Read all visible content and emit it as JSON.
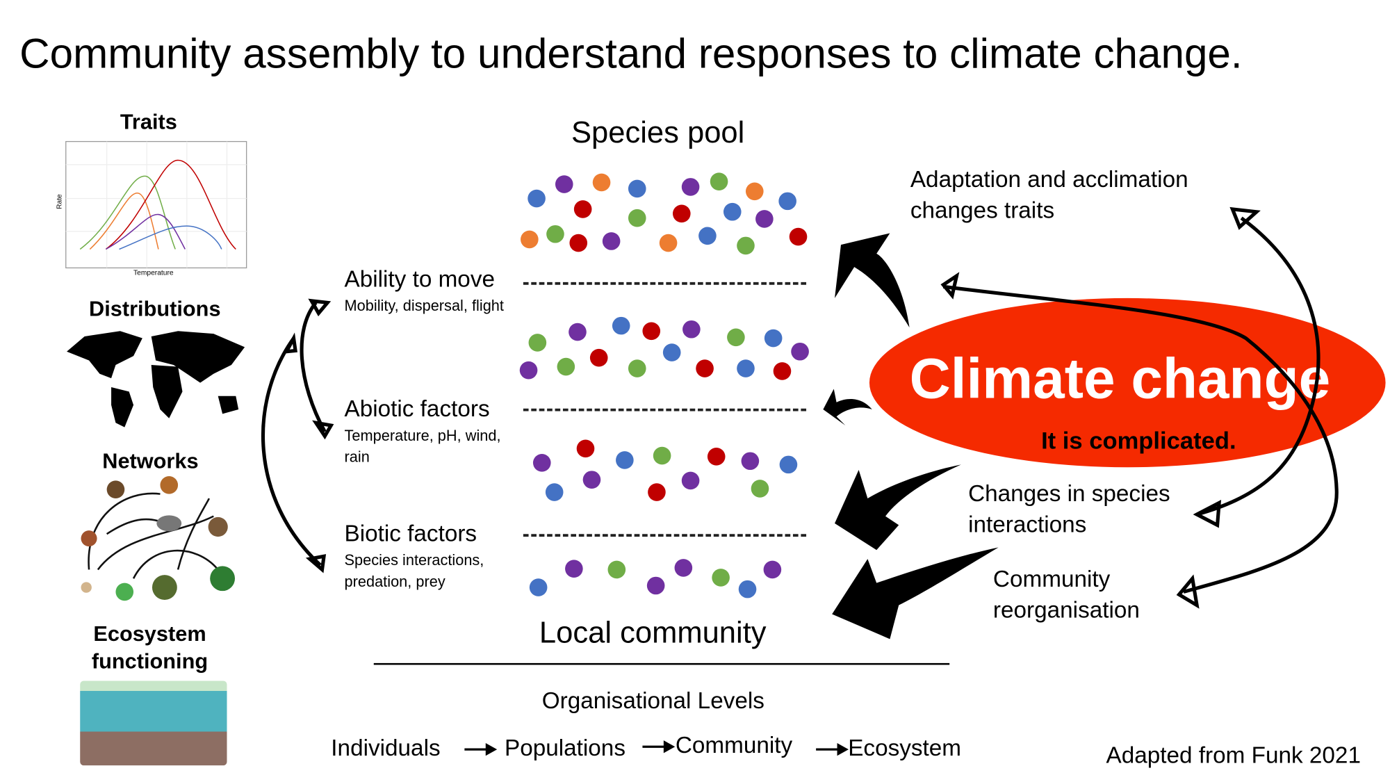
{
  "title": "Community assembly to understand responses to climate change.",
  "left_panel": {
    "traits": {
      "heading": "Traits",
      "ylabel": "Rate",
      "xlabel": "Temperature"
    },
    "distributions": {
      "heading": "Distributions"
    },
    "networks": {
      "heading": "Networks"
    },
    "ecosystem": {
      "heading_line1": "Ecosystem",
      "heading_line2": "functioning"
    }
  },
  "center": {
    "species_pool": "Species pool",
    "filters": [
      {
        "label": "Ability to move",
        "sub": [
          "Mobility, dispersal, flight"
        ]
      },
      {
        "label": "Abiotic factors",
        "sub": [
          "Temperature, pH, wind,",
          "rain"
        ]
      },
      {
        "label": "Biotic factors",
        "sub": [
          "Species interactions,",
          "predation, prey"
        ]
      }
    ],
    "local_community": "Local community",
    "org_levels_title": "Organisational Levels",
    "org_levels": [
      "Individuals",
      "Populations",
      "Community",
      "Ecosystem"
    ]
  },
  "climate": {
    "title": "Climate change",
    "subtitle": "It is complicated.",
    "color": "#F52A00"
  },
  "right_labels": {
    "adaptation": [
      "Adaptation and acclimation",
      "changes traits"
    ],
    "interactions": [
      "Changes in species",
      "interactions"
    ],
    "reorganisation": [
      "Community",
      "reorganisation"
    ]
  },
  "credit": "Adapted from Funk 2021",
  "colors": {
    "blue": "#4472C4",
    "purple": "#7030A0",
    "orange": "#ED7D31",
    "green": "#70AD47",
    "red": "#C00000"
  }
}
